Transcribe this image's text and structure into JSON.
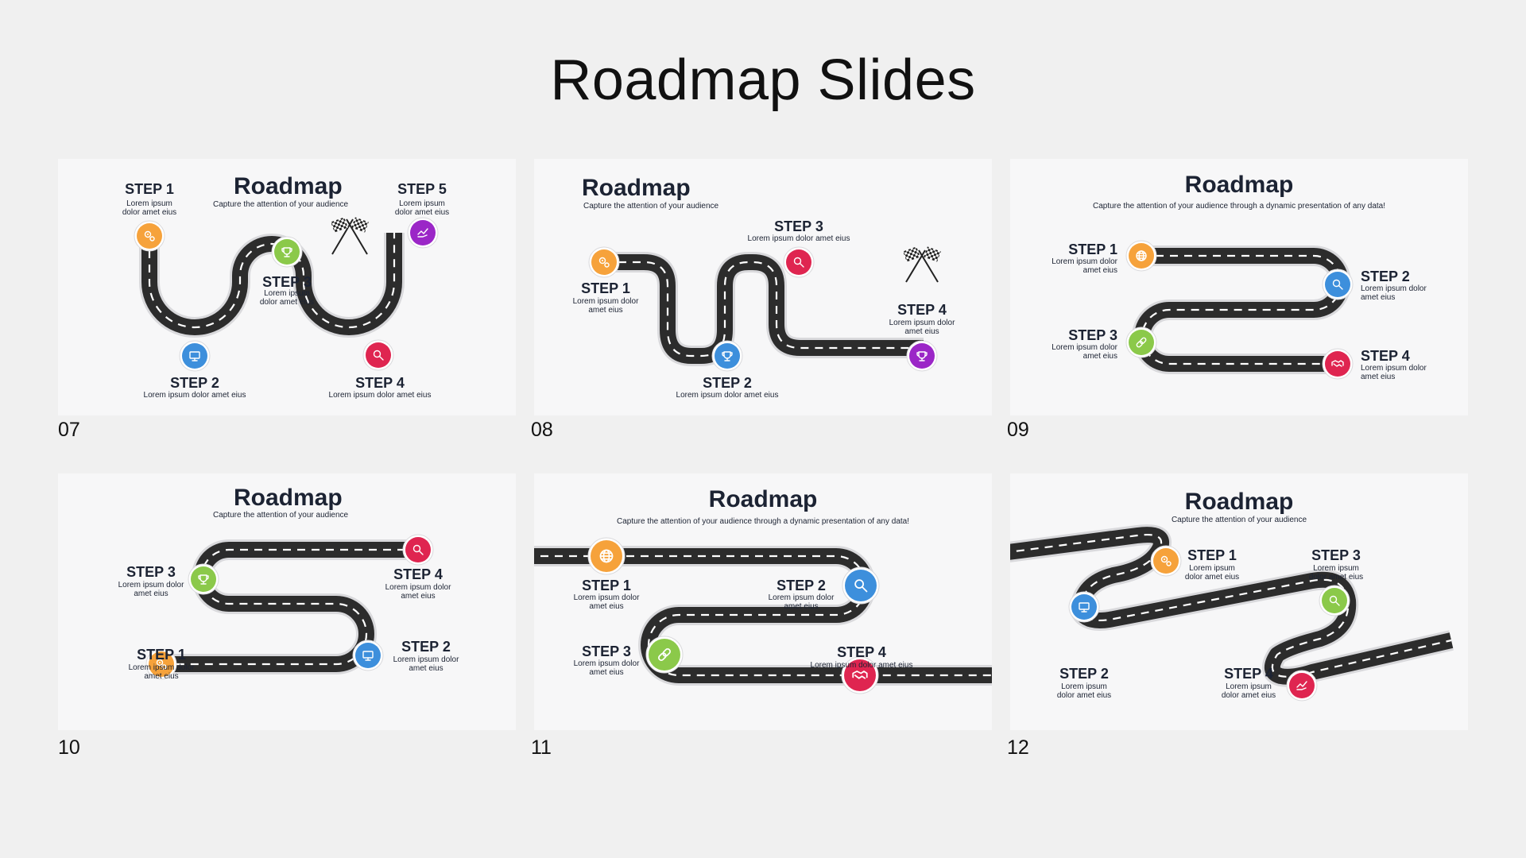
{
  "page_title": "Roadmap Slides",
  "colors": {
    "orange": "#f6a23b",
    "blue": "#3d8fdc",
    "green": "#8bc94a",
    "red": "#df2550",
    "purple": "#9b26c7",
    "road": "#2c2c2c",
    "background": "#f0f0f0"
  },
  "slides": [
    {
      "number": "07",
      "title": "Roadmap",
      "subtitle": "Capture the attention of your audience",
      "steps": [
        {
          "label": "STEP 1",
          "desc": "Lorem ipsum dolor amet eius",
          "icon": "gears-icon",
          "color": "orange"
        },
        {
          "label": "STEP 2",
          "desc": "Lorem ipsum dolor amet eius",
          "icon": "monitor-icon",
          "color": "blue"
        },
        {
          "label": "STEP 3",
          "desc": "Lorem ipsum dolor amet eius",
          "icon": "trophy-icon",
          "color": "green"
        },
        {
          "label": "STEP 4",
          "desc": "Lorem ipsum dolor amet eius",
          "icon": "search-icon",
          "color": "red"
        },
        {
          "label": "STEP 5",
          "desc": "Lorem ipsum dolor amet eius",
          "icon": "chart-hand-icon",
          "color": "purple"
        }
      ]
    },
    {
      "number": "08",
      "title": "Roadmap",
      "subtitle": "Capture the attention of your audience",
      "steps": [
        {
          "label": "STEP 1",
          "desc": "Lorem ipsum dolor amet eius",
          "icon": "gears-icon",
          "color": "orange"
        },
        {
          "label": "STEP 2",
          "desc": "Lorem ipsum dolor amet eius",
          "icon": "trophy-icon",
          "color": "blue"
        },
        {
          "label": "STEP 3",
          "desc": "Lorem ipsum dolor amet eius",
          "icon": "search-icon",
          "color": "red"
        },
        {
          "label": "STEP 4",
          "desc": "Lorem ipsum dolor amet eius",
          "icon": "trophy-icon",
          "color": "purple"
        }
      ]
    },
    {
      "number": "09",
      "title": "Roadmap",
      "subtitle": "Capture the attention of your audience through a dynamic presentation of any data!",
      "steps": [
        {
          "label": "STEP 1",
          "desc": "Lorem ipsum dolor amet eius",
          "icon": "globe-icon",
          "color": "orange"
        },
        {
          "label": "STEP 2",
          "desc": "Lorem ipsum dolor amet eius",
          "icon": "search-icon",
          "color": "blue"
        },
        {
          "label": "STEP 3",
          "desc": "Lorem ipsum dolor amet eius",
          "icon": "link-icon",
          "color": "green"
        },
        {
          "label": "STEP 4",
          "desc": "Lorem ipsum dolor amet eius",
          "icon": "handshake-icon",
          "color": "red"
        }
      ]
    },
    {
      "number": "10",
      "title": "Roadmap",
      "subtitle": "Capture the attention of your audience",
      "steps": [
        {
          "label": "STEP 1",
          "desc": "Lorem ipsum dolor amet eius",
          "icon": "gears-icon",
          "color": "orange"
        },
        {
          "label": "STEP 2",
          "desc": "Lorem ipsum dolor amet eius",
          "icon": "monitor-icon",
          "color": "blue"
        },
        {
          "label": "STEP 3",
          "desc": "Lorem ipsum dolor amet eius",
          "icon": "trophy-icon",
          "color": "green"
        },
        {
          "label": "STEP 4",
          "desc": "Lorem ipsum dolor amet eius",
          "icon": "search-icon",
          "color": "red"
        }
      ]
    },
    {
      "number": "11",
      "title": "Roadmap",
      "subtitle": "Capture the attention of your audience through a dynamic presentation of any data!",
      "steps": [
        {
          "label": "STEP 1",
          "desc": "Lorem ipsum dolor amet eius",
          "icon": "globe-icon",
          "color": "orange"
        },
        {
          "label": "STEP 2",
          "desc": "Lorem ipsum dolor amet eius",
          "icon": "search-icon",
          "color": "blue"
        },
        {
          "label": "STEP 3",
          "desc": "Lorem ipsum dolor amet eius",
          "icon": "link-icon",
          "color": "green"
        },
        {
          "label": "STEP 4",
          "desc": "Lorem ipsum dolor amet eius",
          "icon": "handshake-icon",
          "color": "red"
        }
      ]
    },
    {
      "number": "12",
      "title": "Roadmap",
      "subtitle": "Capture the attention of your audience",
      "steps": [
        {
          "label": "STEP 1",
          "desc": "Lorem ipsum dolor amet eius",
          "icon": "gears-icon",
          "color": "orange"
        },
        {
          "label": "STEP 2",
          "desc": "Lorem ipsum dolor amet eius",
          "icon": "monitor-icon",
          "color": "blue"
        },
        {
          "label": "STEP 3",
          "desc": "Lorem ipsum dolor amet eius",
          "icon": "search-icon",
          "color": "green"
        },
        {
          "label": "STEP 4",
          "desc": "Lorem ipsum dolor amet eius",
          "icon": "chart-hand-icon",
          "color": "red"
        }
      ]
    }
  ]
}
